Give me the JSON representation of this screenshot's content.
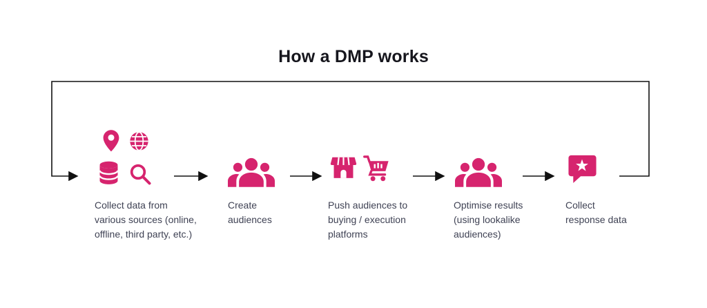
{
  "title": "How a DMP works",
  "colors": {
    "accent": "#d6246e",
    "text": "#3f4254",
    "heading": "#16161d",
    "line": "#111111",
    "background": "#ffffff"
  },
  "steps": [
    {
      "id": "collect-data",
      "icons": [
        "location-pin-icon",
        "globe-icon",
        "database-icon",
        "magnifier-icon"
      ],
      "desc_lines": [
        "Collect data from",
        "various sources (online,",
        "offline, third party, etc.)"
      ]
    },
    {
      "id": "create-audiences",
      "icons": [
        "audience-group-icon"
      ],
      "desc_lines": [
        "Create",
        "audiences"
      ]
    },
    {
      "id": "push-audiences",
      "icons": [
        "storefront-icon",
        "shopping-cart-icon"
      ],
      "desc_lines": [
        "Push audiences to",
        "buying / execution",
        "platforms"
      ]
    },
    {
      "id": "optimise-results",
      "icons": [
        "audience-group-icon"
      ],
      "desc_lines": [
        "Optimise results",
        "(using lookalike",
        "audiences)"
      ]
    },
    {
      "id": "collect-response",
      "icons": [
        "chat-star-icon"
      ],
      "desc_lines": [
        "Collect",
        "response data"
      ]
    }
  ]
}
